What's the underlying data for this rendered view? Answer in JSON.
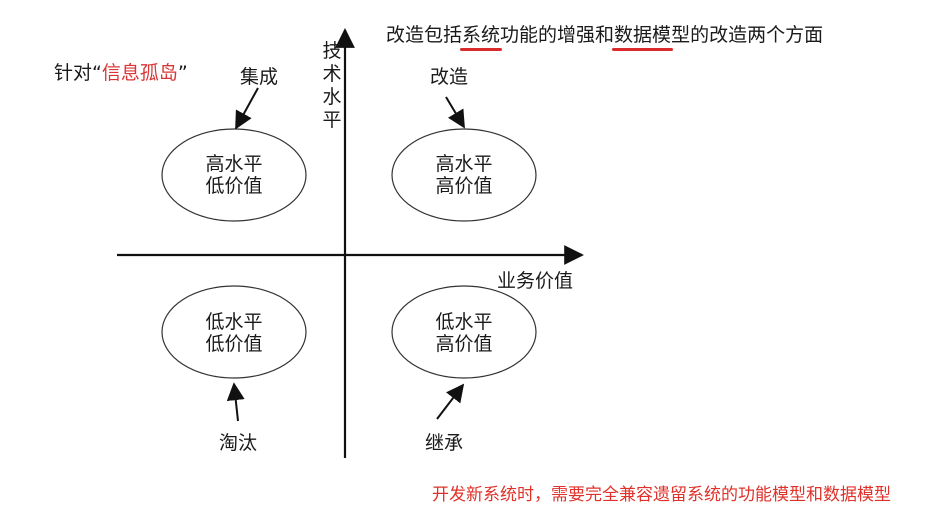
{
  "header": {
    "part1": "改造包括",
    "part2": "系统",
    "part3": "功能的增强和",
    "part4": "数据模",
    "part5": "型的改造两个方面"
  },
  "left_note": {
    "prefix": "针对“",
    "highlight": "信息孤岛",
    "suffix": "”"
  },
  "axes": {
    "vertical_label": "技术水平",
    "horizontal_label": "业务价值"
  },
  "quadrants": {
    "top_left": {
      "line1": "高水平",
      "line2": "低价值",
      "annotation": "集成"
    },
    "top_right": {
      "line1": "高水平",
      "line2": "高价值",
      "annotation": "改造"
    },
    "bottom_left": {
      "line1": "低水平",
      "line2": "低价值",
      "annotation": "淘汰"
    },
    "bottom_right": {
      "line1": "低水平",
      "line2": "高价值",
      "annotation": "继承"
    }
  },
  "footer": "开发新系统时，需要完全兼容遗留系统的功能模型和数据模型",
  "colors": {
    "accent_red": "#d93535",
    "stroke": "#111111"
  }
}
